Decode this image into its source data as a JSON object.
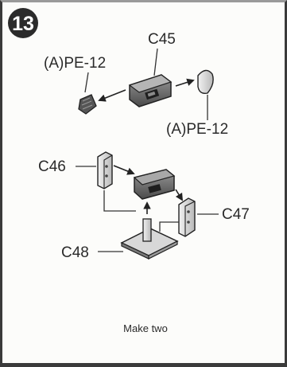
{
  "step": {
    "number": "13"
  },
  "labels": {
    "c45": "C45",
    "pe_left": "(A)PE-12",
    "pe_right": "(A)PE-12",
    "c46": "C46",
    "c47": "C47",
    "c48": "C48"
  },
  "note": "Make two",
  "colors": {
    "ink": "#2a2a2a",
    "part_dark": "#3a3a3a",
    "part_mid": "#6e6e6e",
    "part_light": "#bdbdbd",
    "paper": "#fcfcfa"
  }
}
